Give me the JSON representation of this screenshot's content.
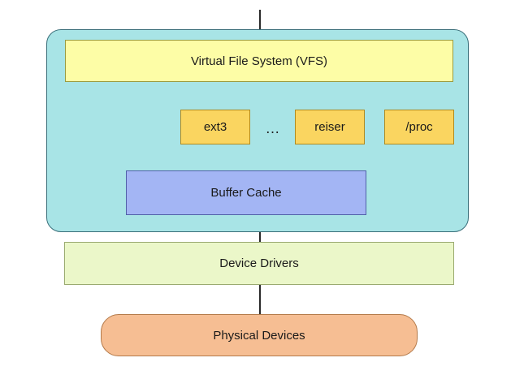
{
  "diagram": {
    "vfs_label": "Virtual File System (VFS)",
    "filesystems": {
      "ext3": "ext3",
      "ellipsis": "…",
      "reiser": "reiser",
      "proc": "/proc"
    },
    "buffer_cache_label": "Buffer Cache",
    "device_drivers_label": "Device Drivers",
    "physical_devices_label": "Physical Devices",
    "colors": {
      "kernel_region": "#a8e4e6",
      "vfs": "#fdfda6",
      "filesystem": "#fad560",
      "buffer_cache": "#a3b5f4",
      "device_drivers": "#ebf7c9",
      "physical_devices": "#f6be93"
    }
  }
}
